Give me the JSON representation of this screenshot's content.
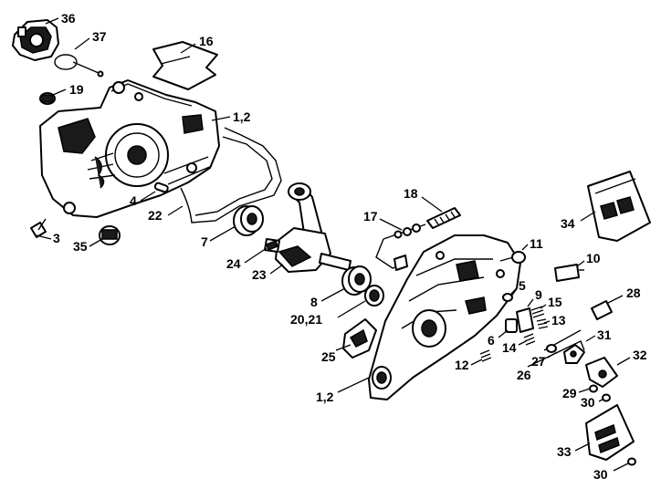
{
  "callouts": [
    {
      "id": "c36",
      "text": "36"
    },
    {
      "id": "c37",
      "text": "37"
    },
    {
      "id": "c16",
      "text": "16"
    },
    {
      "id": "c19",
      "text": "19"
    },
    {
      "id": "c1-2-top",
      "text": "1,2"
    },
    {
      "id": "c4",
      "text": "4"
    },
    {
      "id": "c22",
      "text": "22"
    },
    {
      "id": "c3",
      "text": "3"
    },
    {
      "id": "c35",
      "text": "35"
    },
    {
      "id": "c7",
      "text": "7"
    },
    {
      "id": "c24",
      "text": "24"
    },
    {
      "id": "c23",
      "text": "23"
    },
    {
      "id": "c18",
      "text": "18"
    },
    {
      "id": "c17",
      "text": "17"
    },
    {
      "id": "c34",
      "text": "34"
    },
    {
      "id": "c11",
      "text": "11"
    },
    {
      "id": "c10",
      "text": "10"
    },
    {
      "id": "c8",
      "text": "8"
    },
    {
      "id": "c20-21",
      "text": "20,21"
    },
    {
      "id": "c5",
      "text": "5"
    },
    {
      "id": "c9",
      "text": "9"
    },
    {
      "id": "c15",
      "text": "15"
    },
    {
      "id": "c13",
      "text": "13"
    },
    {
      "id": "c28",
      "text": "28"
    },
    {
      "id": "c6",
      "text": "6"
    },
    {
      "id": "c14",
      "text": "14"
    },
    {
      "id": "c31",
      "text": "31"
    },
    {
      "id": "c27",
      "text": "27"
    },
    {
      "id": "c25",
      "text": "25"
    },
    {
      "id": "c12",
      "text": "12"
    },
    {
      "id": "c26",
      "text": "26"
    },
    {
      "id": "c32",
      "text": "32"
    },
    {
      "id": "c1-2-bottom",
      "text": "1,2"
    },
    {
      "id": "c29",
      "text": "29"
    },
    {
      "id": "c30-a",
      "text": "30"
    },
    {
      "id": "c33",
      "text": "33"
    },
    {
      "id": "c30-b",
      "text": "30"
    }
  ]
}
